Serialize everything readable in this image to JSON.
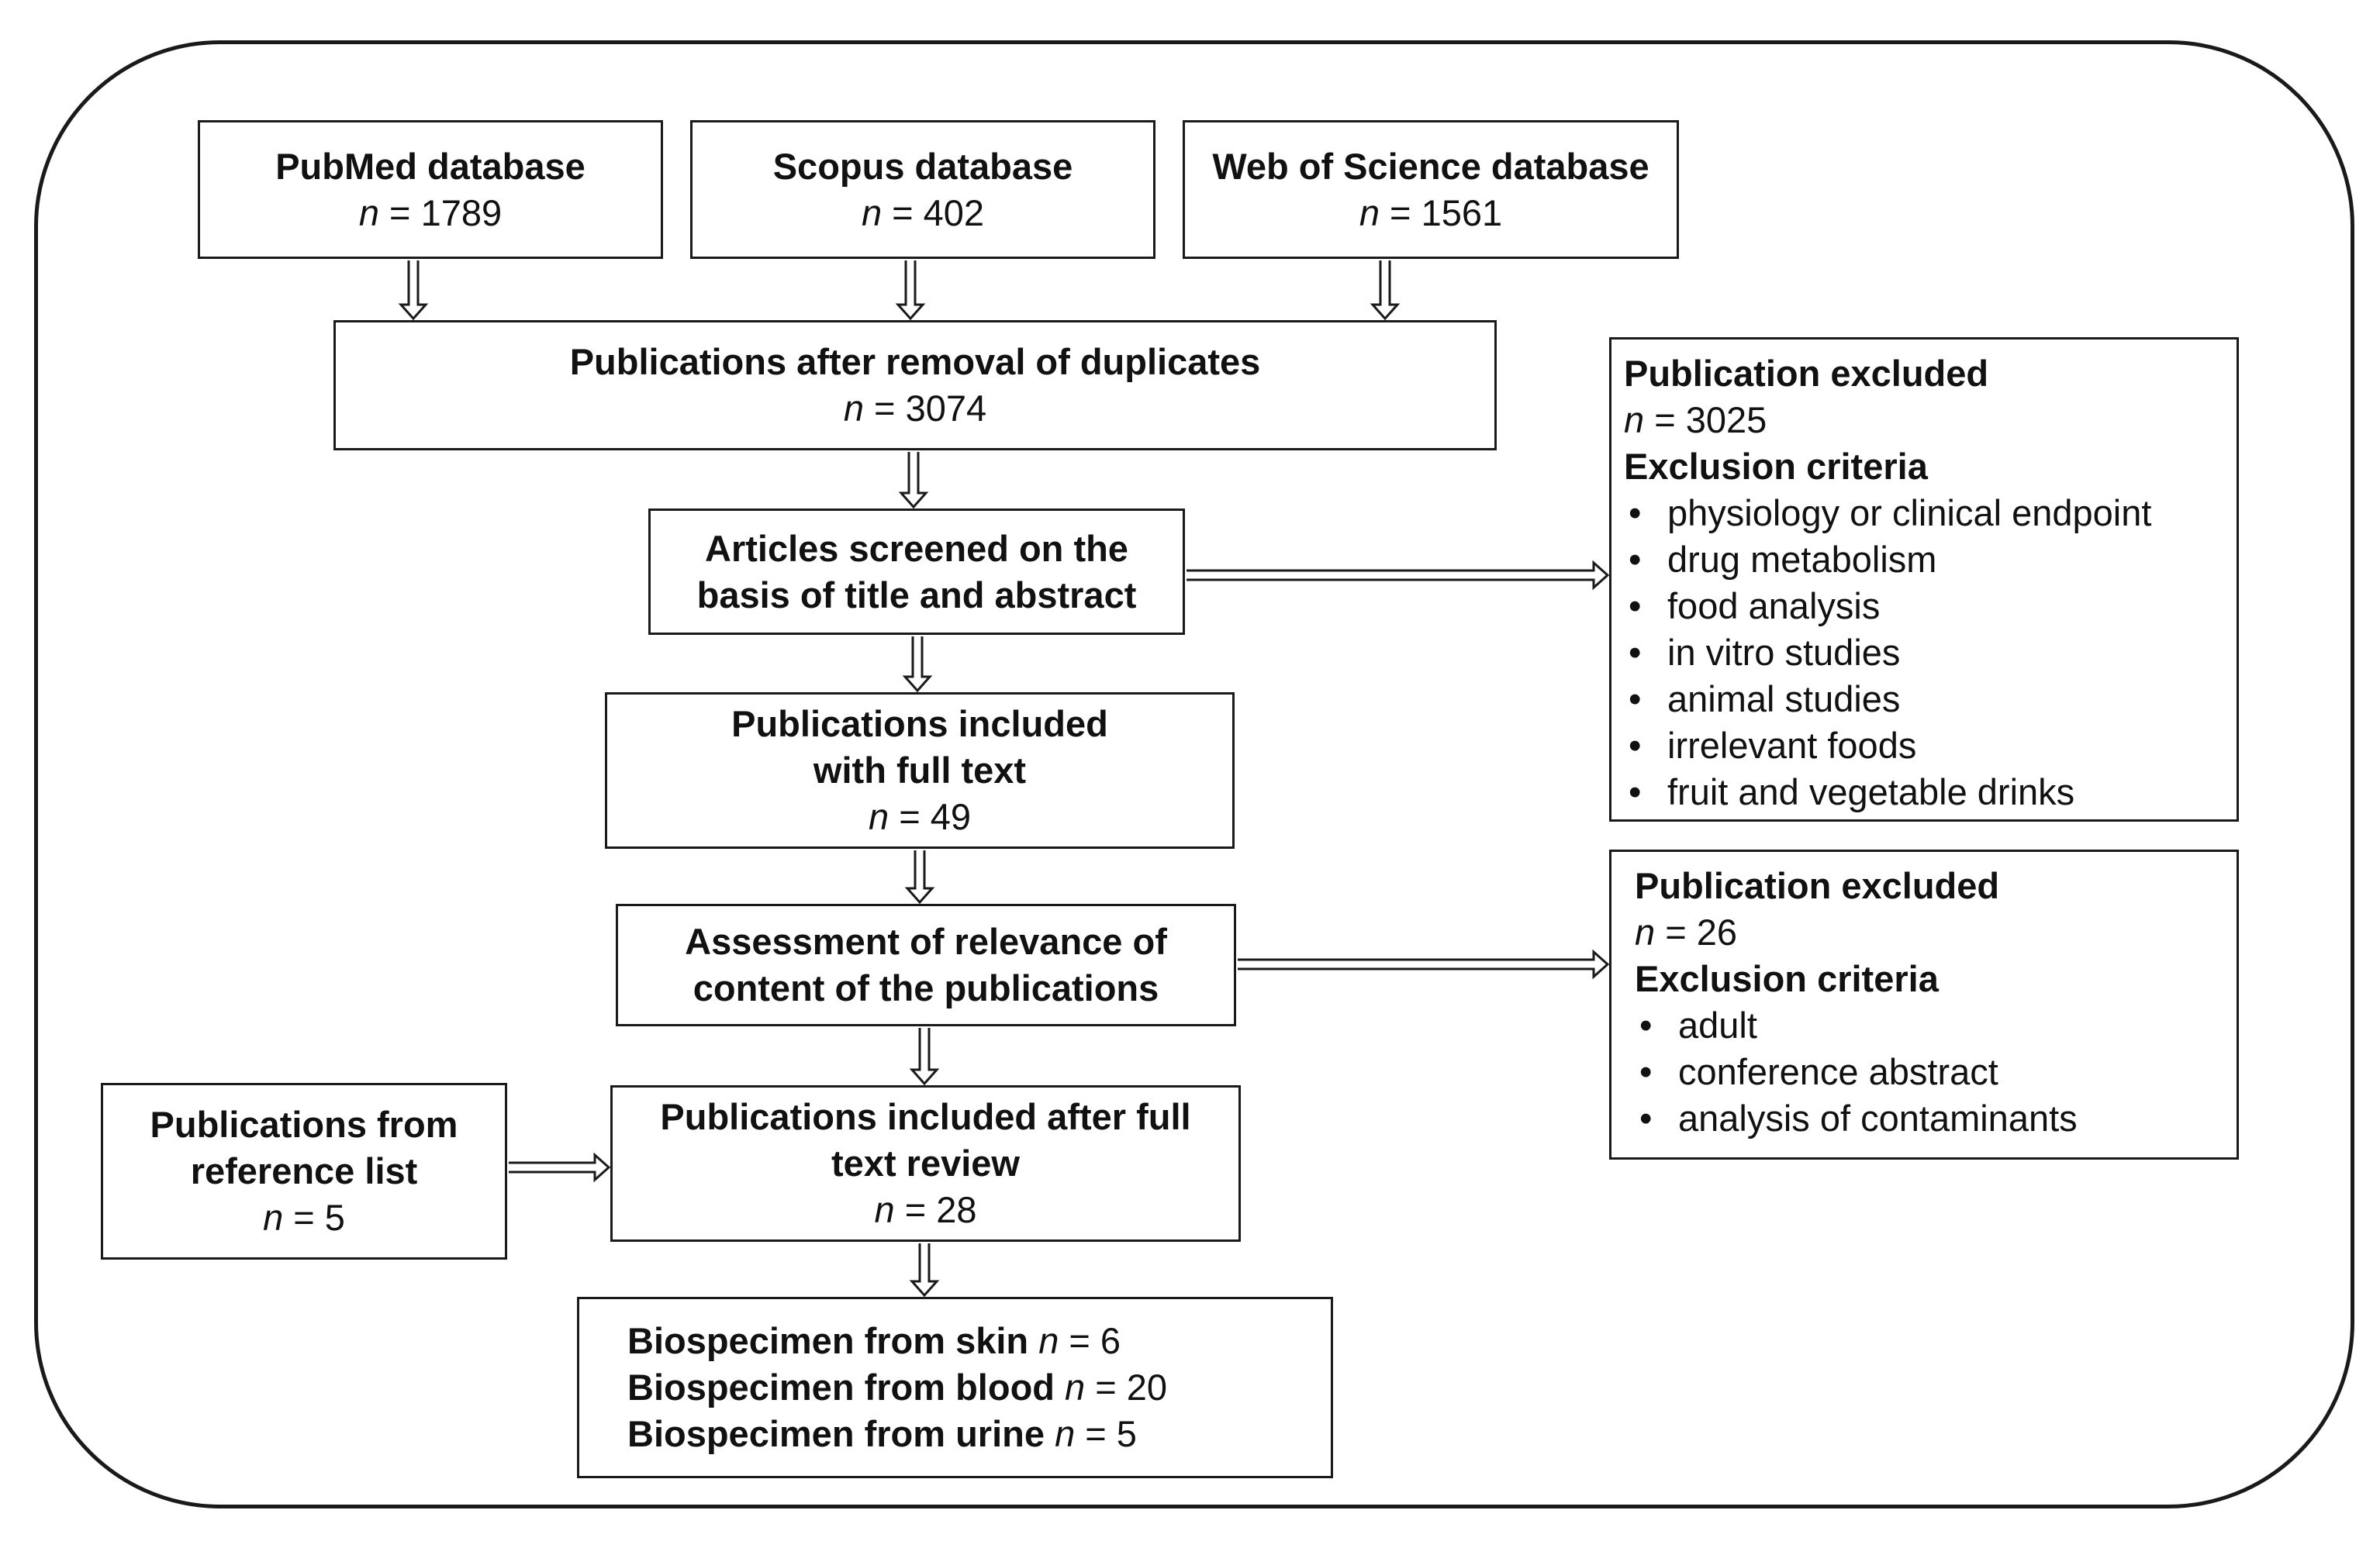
{
  "sources": [
    {
      "label": "PubMed database",
      "n_prefix": "n",
      "n_suffix": " = 1789"
    },
    {
      "label": "Scopus database",
      "n_prefix": "n",
      "n_suffix": " = 402"
    },
    {
      "label": "Web of Science database",
      "n_prefix": "n",
      "n_suffix": " = 1561"
    }
  ],
  "dedup": {
    "line1": "Publications after removal of duplicates",
    "n_prefix": "n",
    "n_suffix": " = 3074"
  },
  "screened": {
    "line1": "Articles screened on the",
    "line2": "basis of title and abstract"
  },
  "excluded1": {
    "title": "Publication excluded",
    "n_prefix": "n",
    "n_suffix": " = 3025",
    "criteria_title": "Exclusion criteria",
    "criteria": [
      "physiology or clinical endpoint",
      "drug metabolism",
      "food analysis",
      "in vitro studies",
      "animal studies",
      "irrelevant foods",
      "fruit and vegetable drinks"
    ]
  },
  "fulltext": {
    "line1": "Publications included",
    "line2": "with full text",
    "n_prefix": "n",
    "n_suffix": " = 49"
  },
  "assessment": {
    "line1": "Assessment of relevance of",
    "line2": "content of the publications"
  },
  "excluded2": {
    "title": "Publication excluded",
    "n_prefix": "n",
    "n_suffix": " = 26",
    "criteria_title": "Exclusion criteria",
    "criteria": [
      "adult",
      "conference abstract",
      "analysis of contaminants"
    ]
  },
  "reference": {
    "line1": "Publications from",
    "line2": "reference list",
    "n_prefix": "n",
    "n_suffix": " = 5"
  },
  "included": {
    "line1": "Publications included after full",
    "line2": "text review",
    "n_prefix": "n",
    "n_suffix": " = 28"
  },
  "biospecimen": [
    {
      "label": "Biospecimen from skin ",
      "n_prefix": "n",
      "n_suffix": " = 6"
    },
    {
      "label": "Biospecimen from blood ",
      "n_prefix": "n",
      "n_suffix": " = 20"
    },
    {
      "label": "Biospecimen from urine ",
      "n_prefix": "n",
      "n_suffix": " = 5"
    }
  ]
}
